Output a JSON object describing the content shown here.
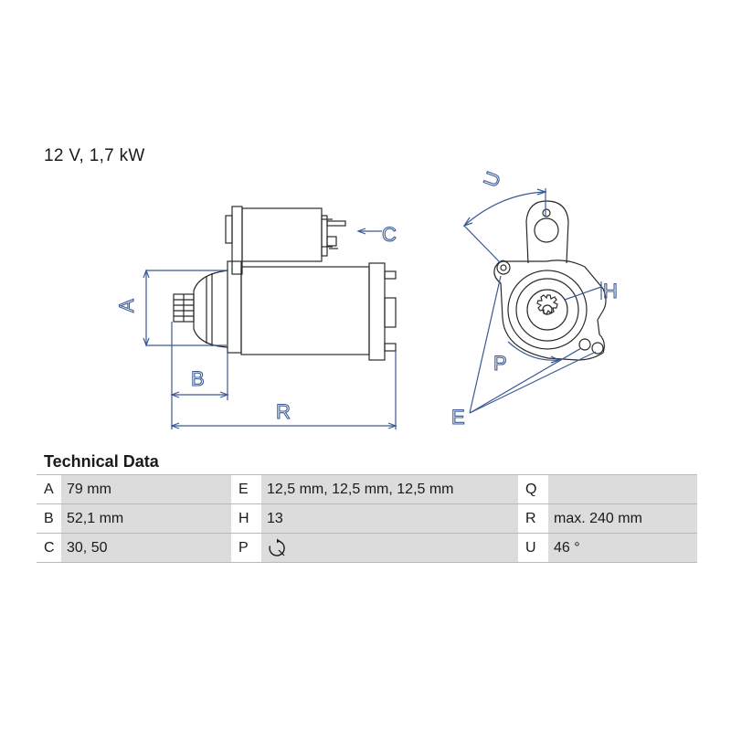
{
  "subtitle": "12 V, 1,7 kW",
  "drawing": {
    "labels": {
      "A": "A",
      "B": "B",
      "C": "C",
      "E": "E",
      "H": "H",
      "P": "P",
      "R": "R",
      "U": "U"
    },
    "line_color": "#3b5a94"
  },
  "technical_data": {
    "title": "Technical Data",
    "rows": [
      [
        {
          "key": "A",
          "value": "79 mm"
        },
        {
          "key": "E",
          "value": "12,5 mm, 12,5 mm, 12,5 mm"
        },
        {
          "key": "Q",
          "value": ""
        }
      ],
      [
        {
          "key": "B",
          "value": "52,1 mm"
        },
        {
          "key": "H",
          "value": "13"
        },
        {
          "key": "R",
          "value": "max. 240 mm"
        }
      ],
      [
        {
          "key": "C",
          "value": "30, 50"
        },
        {
          "key": "P",
          "value": "",
          "icon": "clockwise-rotation-icon"
        },
        {
          "key": "U",
          "value": "46 °"
        }
      ]
    ]
  }
}
